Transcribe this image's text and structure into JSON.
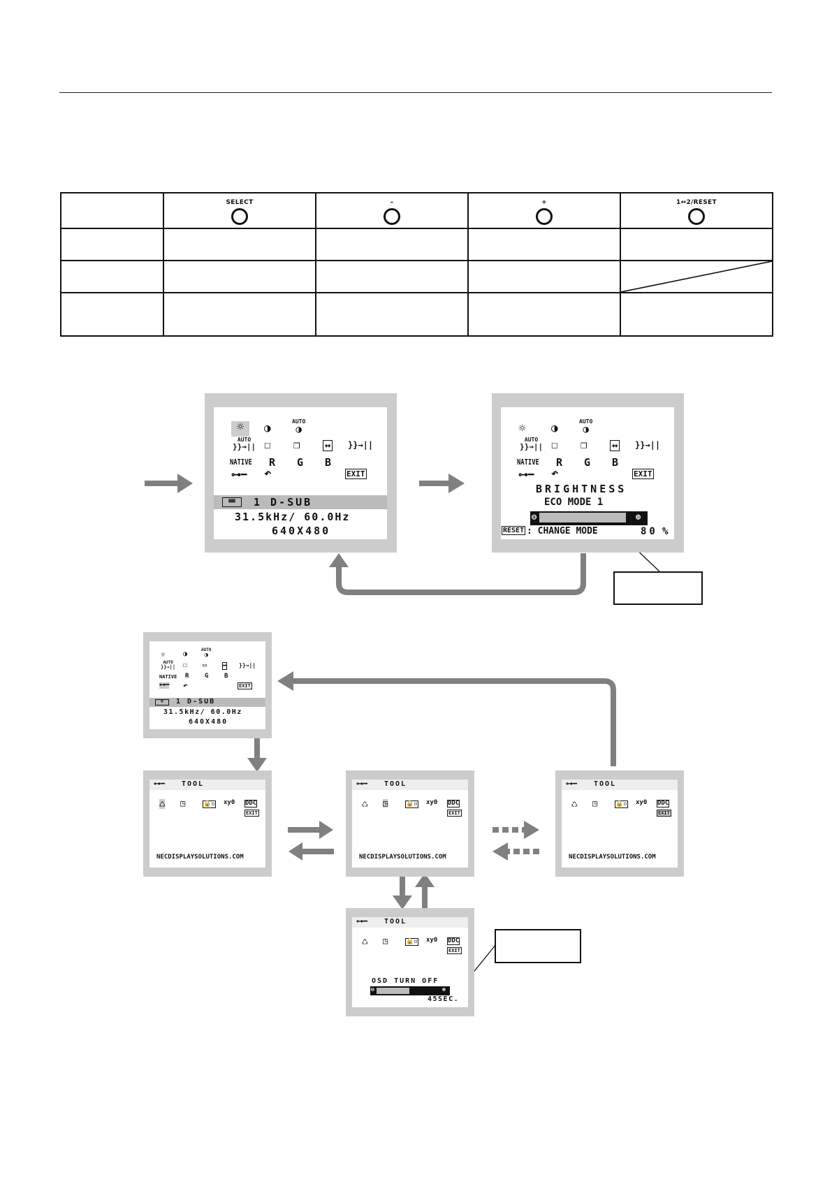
{
  "buttons": {
    "select": "SELECT",
    "minus": "–",
    "plus": "+",
    "reset": "1↔2/RESET"
  },
  "osd_main": {
    "auto_small": "AUTO",
    "native": "NATIVE",
    "r": "R",
    "g": "G",
    "b": "B",
    "exit": "EXIT",
    "input": "1  D-SUB",
    "freq": "31.5kHz/ 60.0Hz",
    "resolution": "640X480"
  },
  "osd_brightness": {
    "title": "BRIGHTNESS",
    "eco": "ECO MODE 1",
    "reset_key": "RESET",
    "change_mode": ": CHANGE MODE",
    "value": "80",
    "unit": "%",
    "level_fraction": 0.8
  },
  "osd_tool": {
    "title": "TOOL",
    "url": "NECDISPLAYSOLUTIONS.COM",
    "xy": "xy0",
    "exit": "EXIT",
    "osd_turn_off": "OSD TURN OFF",
    "seconds": "45SEC."
  },
  "colors": {
    "frame": "#cccccc",
    "arrow": "#808080",
    "ink": "#111111"
  }
}
